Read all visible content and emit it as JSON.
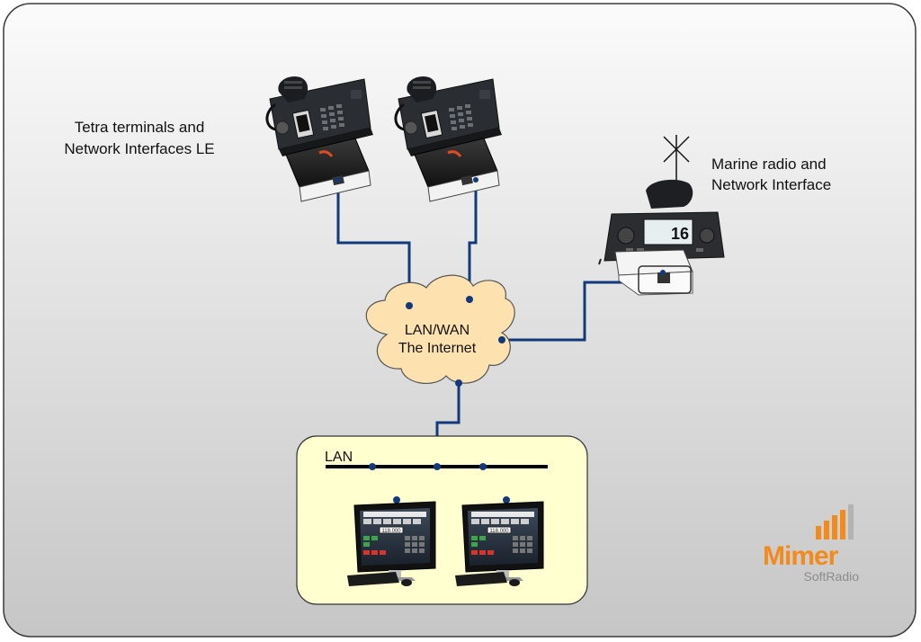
{
  "labels": {
    "tetra": [
      "Tetra terminals and",
      "Network Interfaces LE"
    ],
    "marine": [
      "Marine radio and",
      "Network Interface"
    ],
    "cloud": [
      "LAN/WAN",
      "The Internet"
    ],
    "lan": "LAN",
    "channel_display": "16",
    "operator_screen_value": "118.000"
  },
  "logo": {
    "name": "Mimer",
    "sub": "SoftRadio"
  },
  "colors": {
    "background_top": "#fbfbfb",
    "background_bottom": "#c9c9c9",
    "wire": "#123a7a",
    "cloud_fill": "#fde2b0",
    "lan_panel_fill": "#ffffd0",
    "logo_orange": "#f28a1c",
    "logo_grey": "#8c8c8c"
  }
}
